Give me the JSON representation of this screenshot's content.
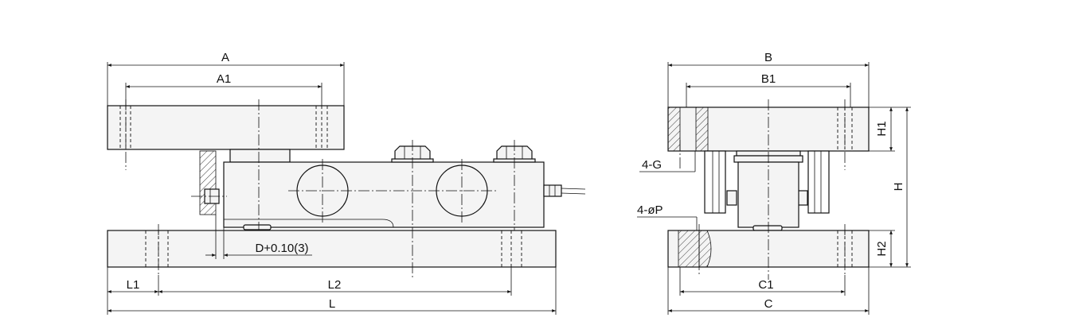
{
  "side_view": {
    "dims": {
      "A": "A",
      "A1": "A1",
      "L": "L",
      "L1": "L1",
      "L2": "L2",
      "D": "D+0.10(3)"
    }
  },
  "end_view": {
    "dims": {
      "B": "B",
      "B1": "B1",
      "C": "C",
      "C1": "C1",
      "H": "H",
      "H1": "H1",
      "H2": "H2",
      "G": "4-G",
      "P": "4-øP"
    }
  }
}
